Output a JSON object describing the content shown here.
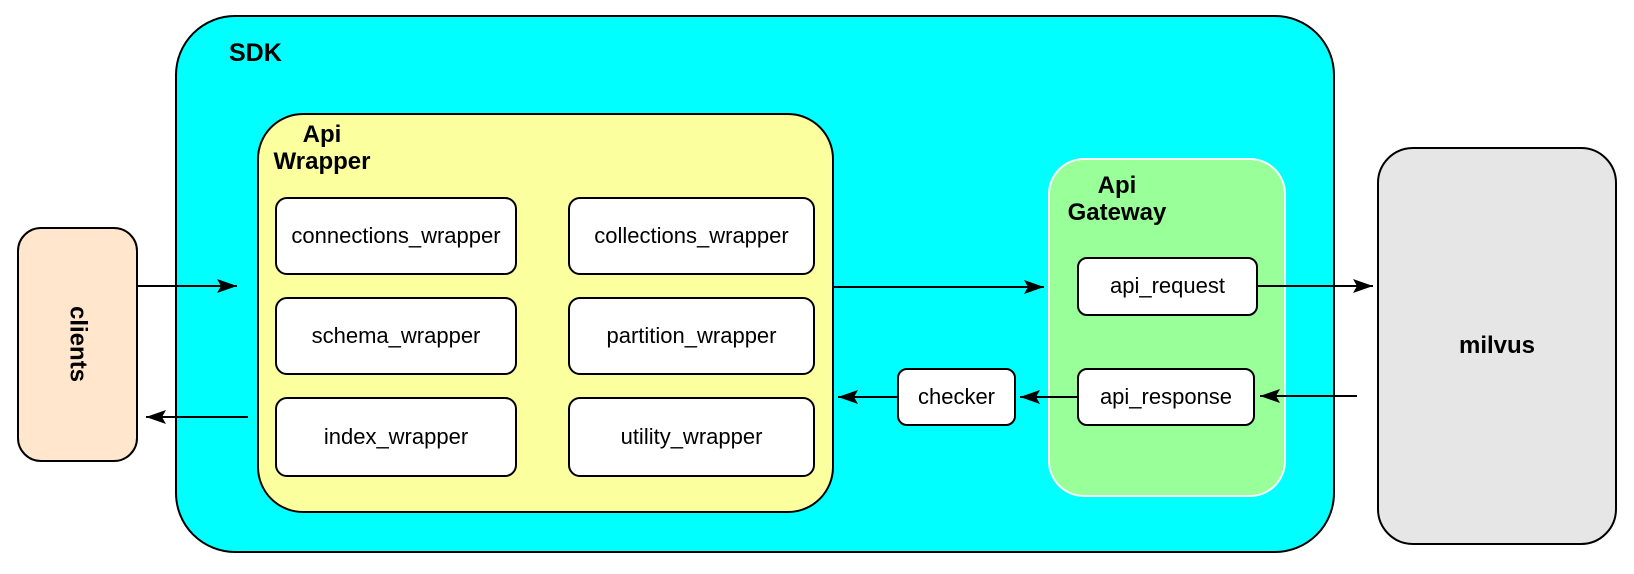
{
  "colors": {
    "sdk_fill": "#00FFFF",
    "api_wrapper_fill": "#FCFF9E",
    "api_gateway_fill": "#99FF99",
    "clients_fill": "#FFE6CC",
    "milvus_fill": "#E6E6E6",
    "node_fill": "#FFFFFF",
    "border": "#000000"
  },
  "diagram": {
    "clients": {
      "label": "clients"
    },
    "sdk": {
      "label": "SDK",
      "api_wrapper": {
        "label": "Api Wrapper",
        "boxes": [
          {
            "label": "connections_wrapper"
          },
          {
            "label": "schema_wrapper"
          },
          {
            "label": "index_wrapper"
          },
          {
            "label": "collections_wrapper"
          },
          {
            "label": "partition_wrapper"
          },
          {
            "label": "utility_wrapper"
          }
        ]
      },
      "checker": {
        "label": "checker"
      },
      "api_gateway": {
        "label": "Api Gateway",
        "boxes": [
          {
            "label": "api_request"
          },
          {
            "label": "api_response"
          }
        ]
      }
    },
    "milvus": {
      "label": "milvus"
    },
    "arrows": [
      {
        "from": "clients",
        "to": "sdk"
      },
      {
        "from": "sdk",
        "to": "clients"
      },
      {
        "from": "api_wrapper",
        "to": "api_gateway"
      },
      {
        "from": "api_request",
        "to": "milvus"
      },
      {
        "from": "milvus",
        "to": "api_response"
      },
      {
        "from": "api_response",
        "to": "checker"
      },
      {
        "from": "checker",
        "to": "api_wrapper"
      }
    ]
  }
}
